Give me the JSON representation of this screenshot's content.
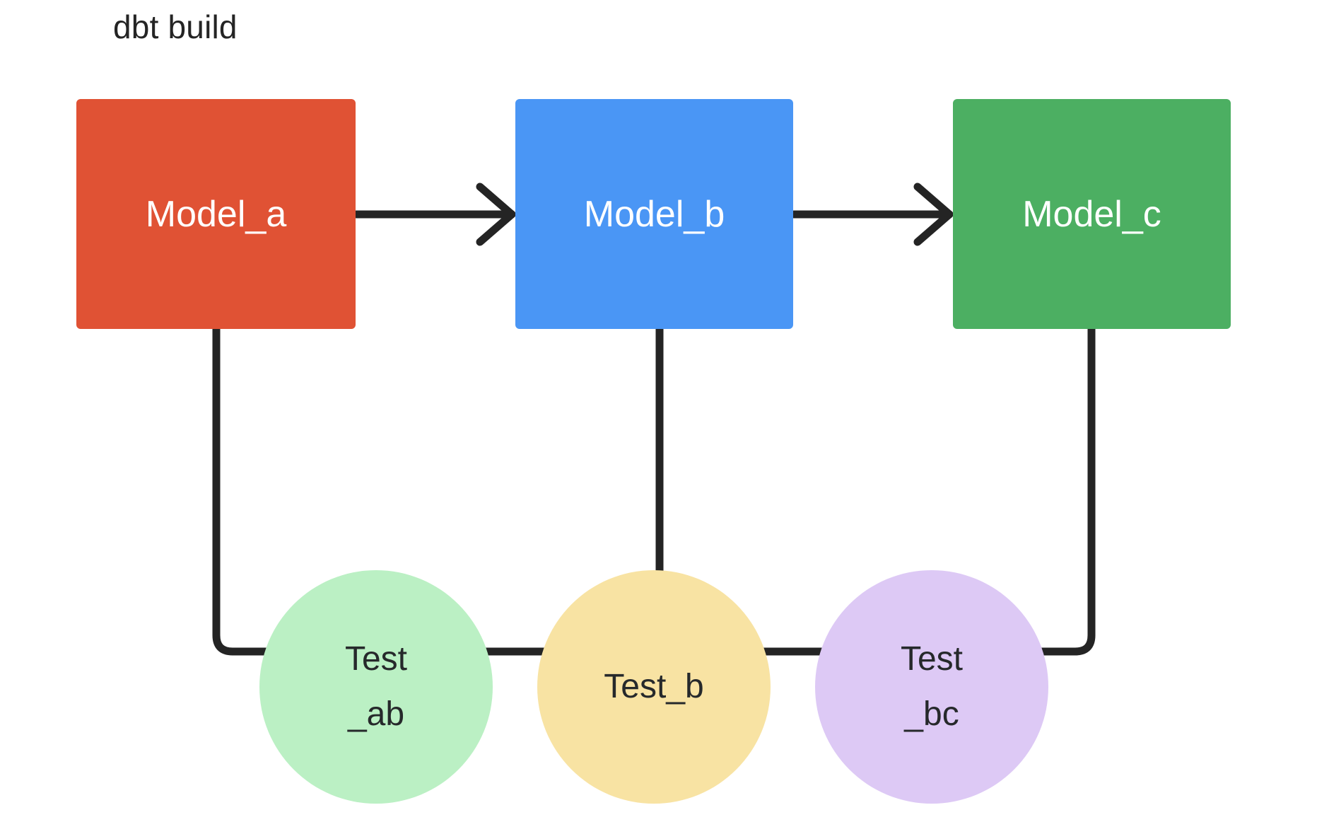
{
  "diagram": {
    "title": "dbt build",
    "background_color": "#ffffff",
    "edge_color": "#242424",
    "title_color": "#242424"
  },
  "models": [
    {
      "id": "model-a",
      "label": "Model_a",
      "color": "#E05234",
      "text_color": "#ffffff",
      "shape": "rectangle"
    },
    {
      "id": "model-b",
      "label": "Model_b",
      "color": "#4A96F5",
      "text_color": "#ffffff",
      "shape": "rectangle"
    },
    {
      "id": "model-c",
      "label": "Model_c",
      "color": "#4CAF62",
      "text_color": "#ffffff",
      "shape": "rectangle"
    }
  ],
  "tests": [
    {
      "id": "test-ab",
      "label": "Test\n_ab",
      "color": "#BBF0C4",
      "text_color": "#26292b",
      "shape": "circle"
    },
    {
      "id": "test-b",
      "label": "Test_b",
      "color": "#F8E3A3",
      "text_color": "#26292b",
      "shape": "circle"
    },
    {
      "id": "test-bc",
      "label": "Test\n_bc",
      "color": "#DDC9F5",
      "text_color": "#26292b",
      "shape": "circle"
    }
  ],
  "edges": [
    {
      "id": "edge-model-a-to-model-b",
      "from": "model-a",
      "to": "model-b",
      "style": "straight-arrow"
    },
    {
      "id": "edge-model-b-to-model-c",
      "from": "model-b",
      "to": "model-c",
      "style": "straight-arrow"
    },
    {
      "id": "edge-model-a-to-test-ab",
      "from": "model-a",
      "to": "test-ab",
      "style": "elbow-arrow"
    },
    {
      "id": "edge-model-b-to-test-ab",
      "from": "model-b",
      "to": "test-ab",
      "style": "elbow-arrow"
    },
    {
      "id": "edge-model-b-to-test-b",
      "from": "model-b",
      "to": "test-b",
      "style": "straight-arrow"
    },
    {
      "id": "edge-model-b-to-test-bc",
      "from": "model-b",
      "to": "test-bc",
      "style": "elbow-arrow"
    },
    {
      "id": "edge-model-c-to-test-bc",
      "from": "model-c",
      "to": "test-bc",
      "style": "elbow-arrow"
    }
  ]
}
